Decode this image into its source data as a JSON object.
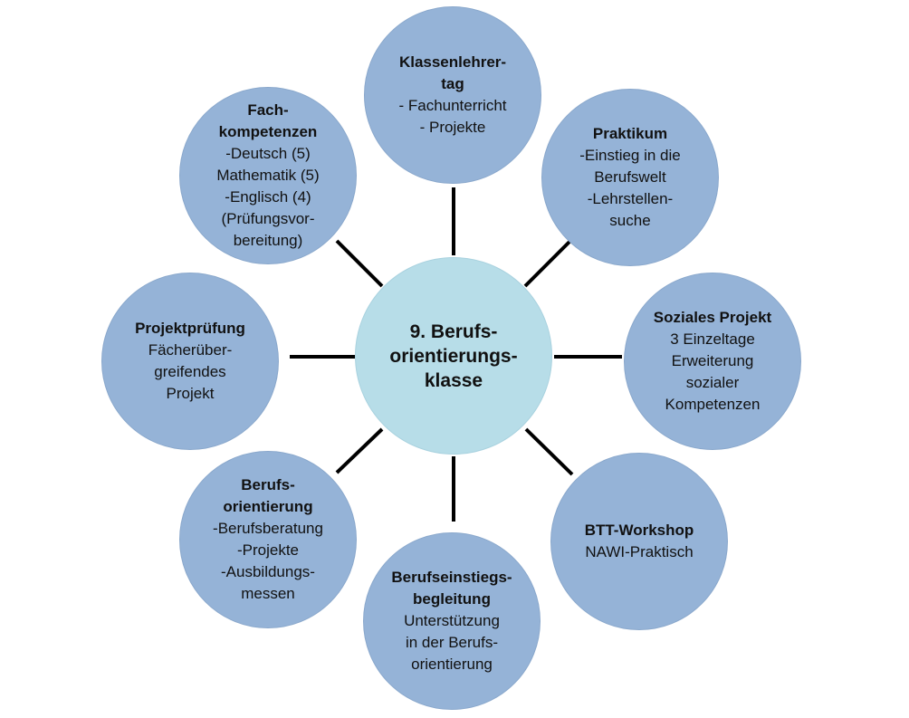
{
  "center": {
    "title": "9. Berufs-\norientierungs-\nklasse"
  },
  "nodes": [
    {
      "key": "top",
      "title": "Klassenlehrer-\ntag",
      "lines": [
        "- Fachunterricht",
        "- Projekte"
      ]
    },
    {
      "key": "topright",
      "title": "Praktikum",
      "lines": [
        "-Einstieg in die",
        "Berufswelt",
        "-Lehrstellen-",
        "suche"
      ]
    },
    {
      "key": "right",
      "title": "Soziales Projekt",
      "lines": [
        "3 Einzeltage",
        "Erweiterung",
        "sozialer",
        "Kompetenzen"
      ]
    },
    {
      "key": "botright",
      "title": "BTT-Workshop",
      "lines": [
        "NAWI-Praktisch"
      ]
    },
    {
      "key": "bottom",
      "title": "Berufseinstiegs-\nbegleitung",
      "lines": [
        "Unterstützung",
        "in der Berufs-",
        "orientierung"
      ]
    },
    {
      "key": "botleft",
      "title": "Berufs-\norientierung",
      "lines": [
        "-Berufsberatung",
        "-Projekte",
        "-Ausbildungs-",
        "messen"
      ]
    },
    {
      "key": "left",
      "title": "Projektprüfung",
      "lines": [
        "Fächerüber-",
        "greifendes",
        "Projekt"
      ]
    },
    {
      "key": "topleft",
      "title": "Fach-\nkompetenzen",
      "lines": [
        "-Deutsch (5)",
        "Mathematik (5)",
        "-Englisch (4)",
        "(Prüfungsvor-",
        "bereitung)"
      ]
    }
  ],
  "colors": {
    "outer_fill": "#95b3d7",
    "center_fill": "#b7dde8",
    "connector": "#000000"
  }
}
